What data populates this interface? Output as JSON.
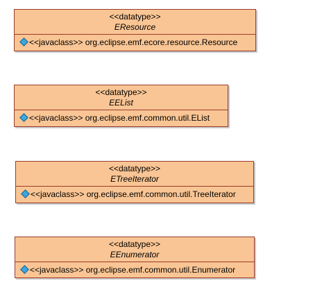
{
  "diagram": {
    "boxes": [
      {
        "stereotype": "<<datatype>>",
        "name": "EResource",
        "attribute": "<<javaclass>> org.eclipse.emf.ecore.resource.Resource"
      },
      {
        "stereotype": "<<datatype>>",
        "name": "EEList",
        "attribute": "<<javaclass>> org.eclipse.emf.common.util.EList"
      },
      {
        "stereotype": "<<datatype>>",
        "name": "ETreeIterator",
        "attribute": "<<javaclass>> org.eclipse.emf.common.util.TreeIterator"
      },
      {
        "stereotype": "<<datatype>>",
        "name": "EEnumerator",
        "attribute": "<<javaclass>> org.eclipse.emf.common.util.Enumerator"
      }
    ]
  }
}
